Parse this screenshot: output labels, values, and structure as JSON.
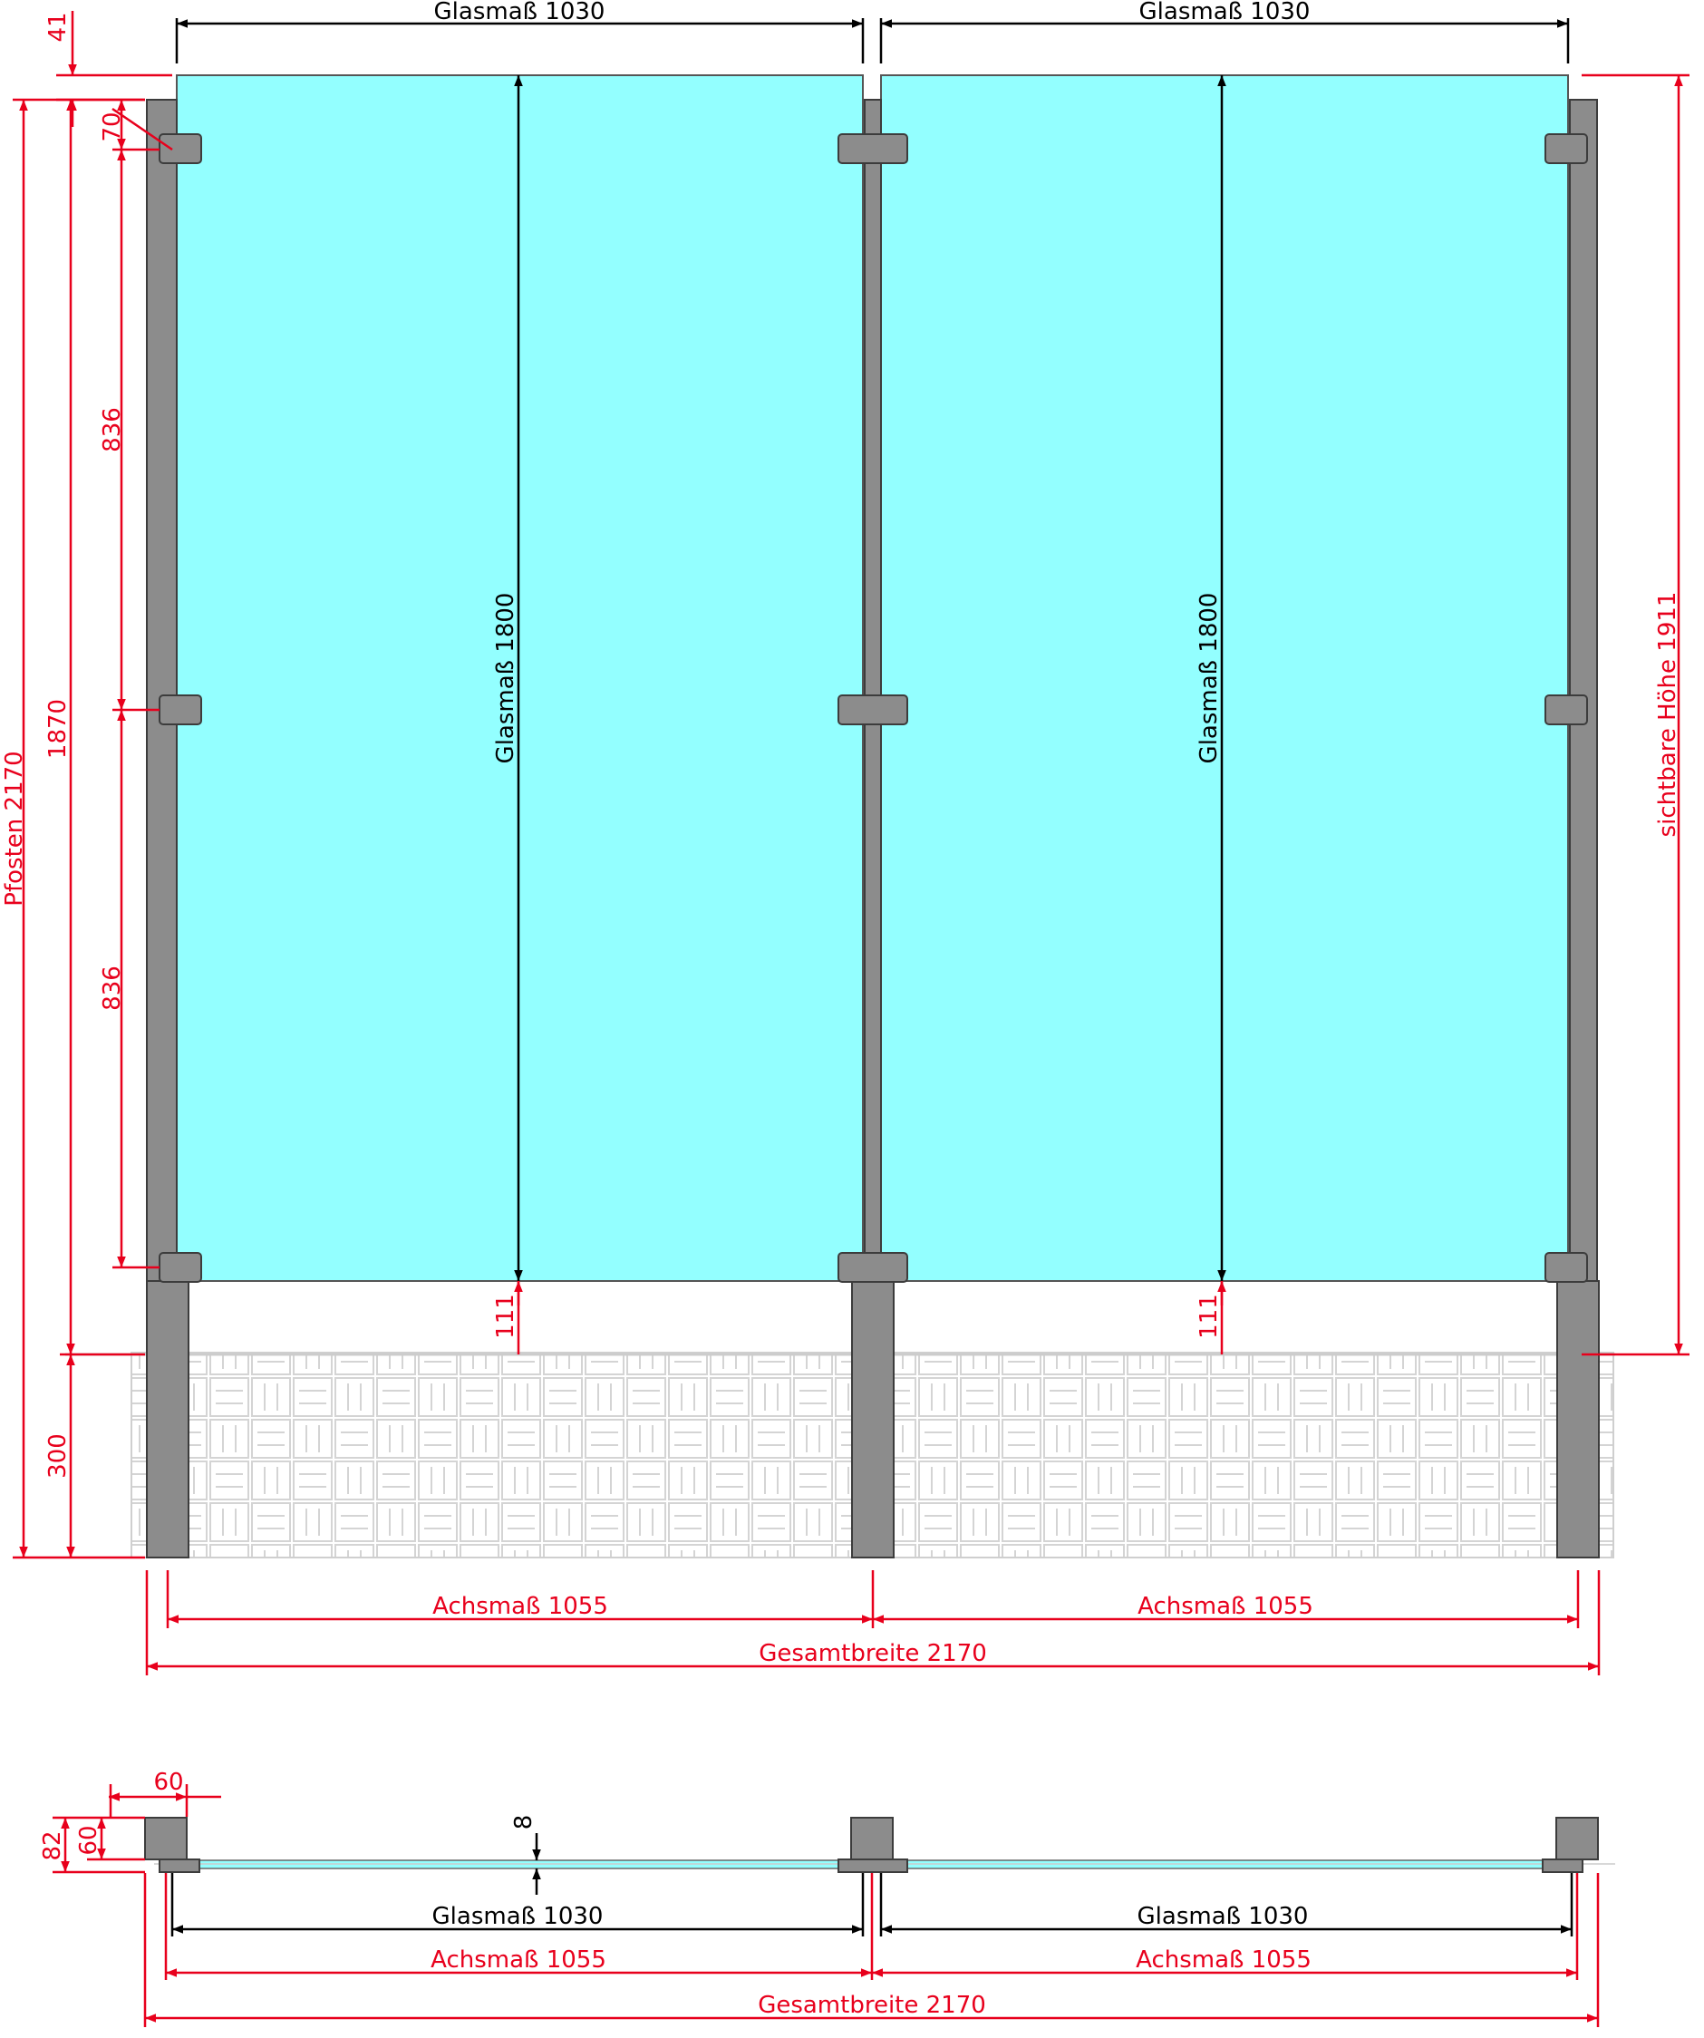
{
  "colors": {
    "glass": "#93ffff",
    "post": "#8c8c8c",
    "post_stroke": "#3c3c3c",
    "dimension_red": "#e8001c",
    "dimension_black": "#000000",
    "pavement_line": "#d0d0d0"
  },
  "elevation": {
    "glass_width_left": "Glasmaß 1030",
    "glass_width_right": "Glasmaß 1030",
    "glass_height_left": "Glasmaß 1800",
    "glass_height_right": "Glasmaß 1800",
    "gap_top": "41",
    "clamp_offset_top": "70",
    "clamp_spacing_upper": "836",
    "clamp_spacing_lower": "836",
    "post_above_ground": "1870",
    "post_total": "Pfosten 2170",
    "embedment": "300",
    "ground_clearance_left": "111",
    "ground_clearance_right": "111",
    "visible_height": "sichtbare Höhe 1911",
    "axis_left": "Achsmaß 1055",
    "axis_right": "Achsmaß 1055",
    "total_width": "Gesamtbreite 2170"
  },
  "plan": {
    "post_width": "60",
    "post_depth_total": "82",
    "post_depth": "60",
    "glass_thickness": "8",
    "glass_width_left": "Glasmaß 1030",
    "glass_width_right": "Glasmaß 1030",
    "axis_left": "Achsmaß 1055",
    "axis_right": "Achsmaß 1055",
    "total_width": "Gesamtbreite 2170"
  }
}
